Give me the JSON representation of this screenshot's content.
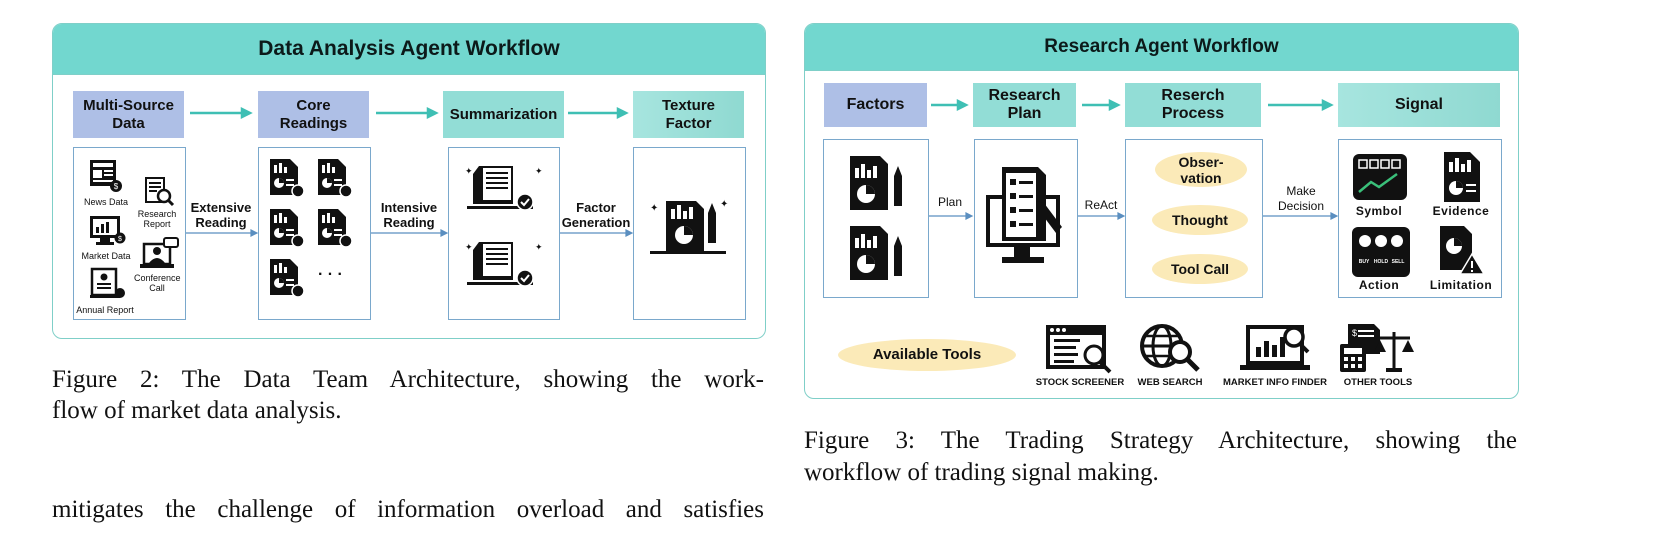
{
  "left_figure": {
    "title": "Data Analysis Agent Workflow",
    "stages": [
      "Multi-Source Data",
      "Core Readings",
      "Summarization",
      "Texture Factor"
    ],
    "sources": [
      "News Data",
      "Research Report",
      "Market Data",
      "Conference Call",
      "Annual Report"
    ],
    "arrows": [
      "Extensive Reading",
      "Intensive Reading",
      "Factor Generation"
    ],
    "ellipsis": "· · ·",
    "caption": "Figure 2: The Data Team Architecture, showing the work-flow of market data analysis.",
    "caption_line1": "Figure 2: The Data Team Architecture, showing the work-",
    "caption_line2": "flow of market data analysis."
  },
  "right_figure": {
    "title": "Research Agent Workflow",
    "stages": [
      "Factors",
      "Research Plan",
      "Reserch Process",
      "Signal"
    ],
    "arrows": [
      "Plan",
      "ReAct",
      "Make Decision"
    ],
    "loop": [
      "Obser-vation",
      "Thought",
      "Tool Call"
    ],
    "signals": [
      "Symbol",
      "Evidence",
      "Action",
      "Limitation"
    ],
    "action_buttons": [
      "BUY",
      "HOLD",
      "SELL"
    ],
    "tools_label": "Available Tools",
    "tools": [
      "STOCK SCREENER",
      "WEB SEARCH",
      "MARKET INFO FINDER",
      "OTHER TOOLS"
    ],
    "caption_line1": "Figure 3: The Trading Strategy Architecture, showing the",
    "caption_line2": "workflow of trading signal making."
  },
  "body_text": "mitigates the challenge of information overload and satisfies",
  "colors": {
    "header": "#72d7cf",
    "blue_box": "#aebfe6",
    "teal_box": "#92ddd6",
    "ellipse": "#fbeab8",
    "arrow": "#3fbfb4"
  }
}
